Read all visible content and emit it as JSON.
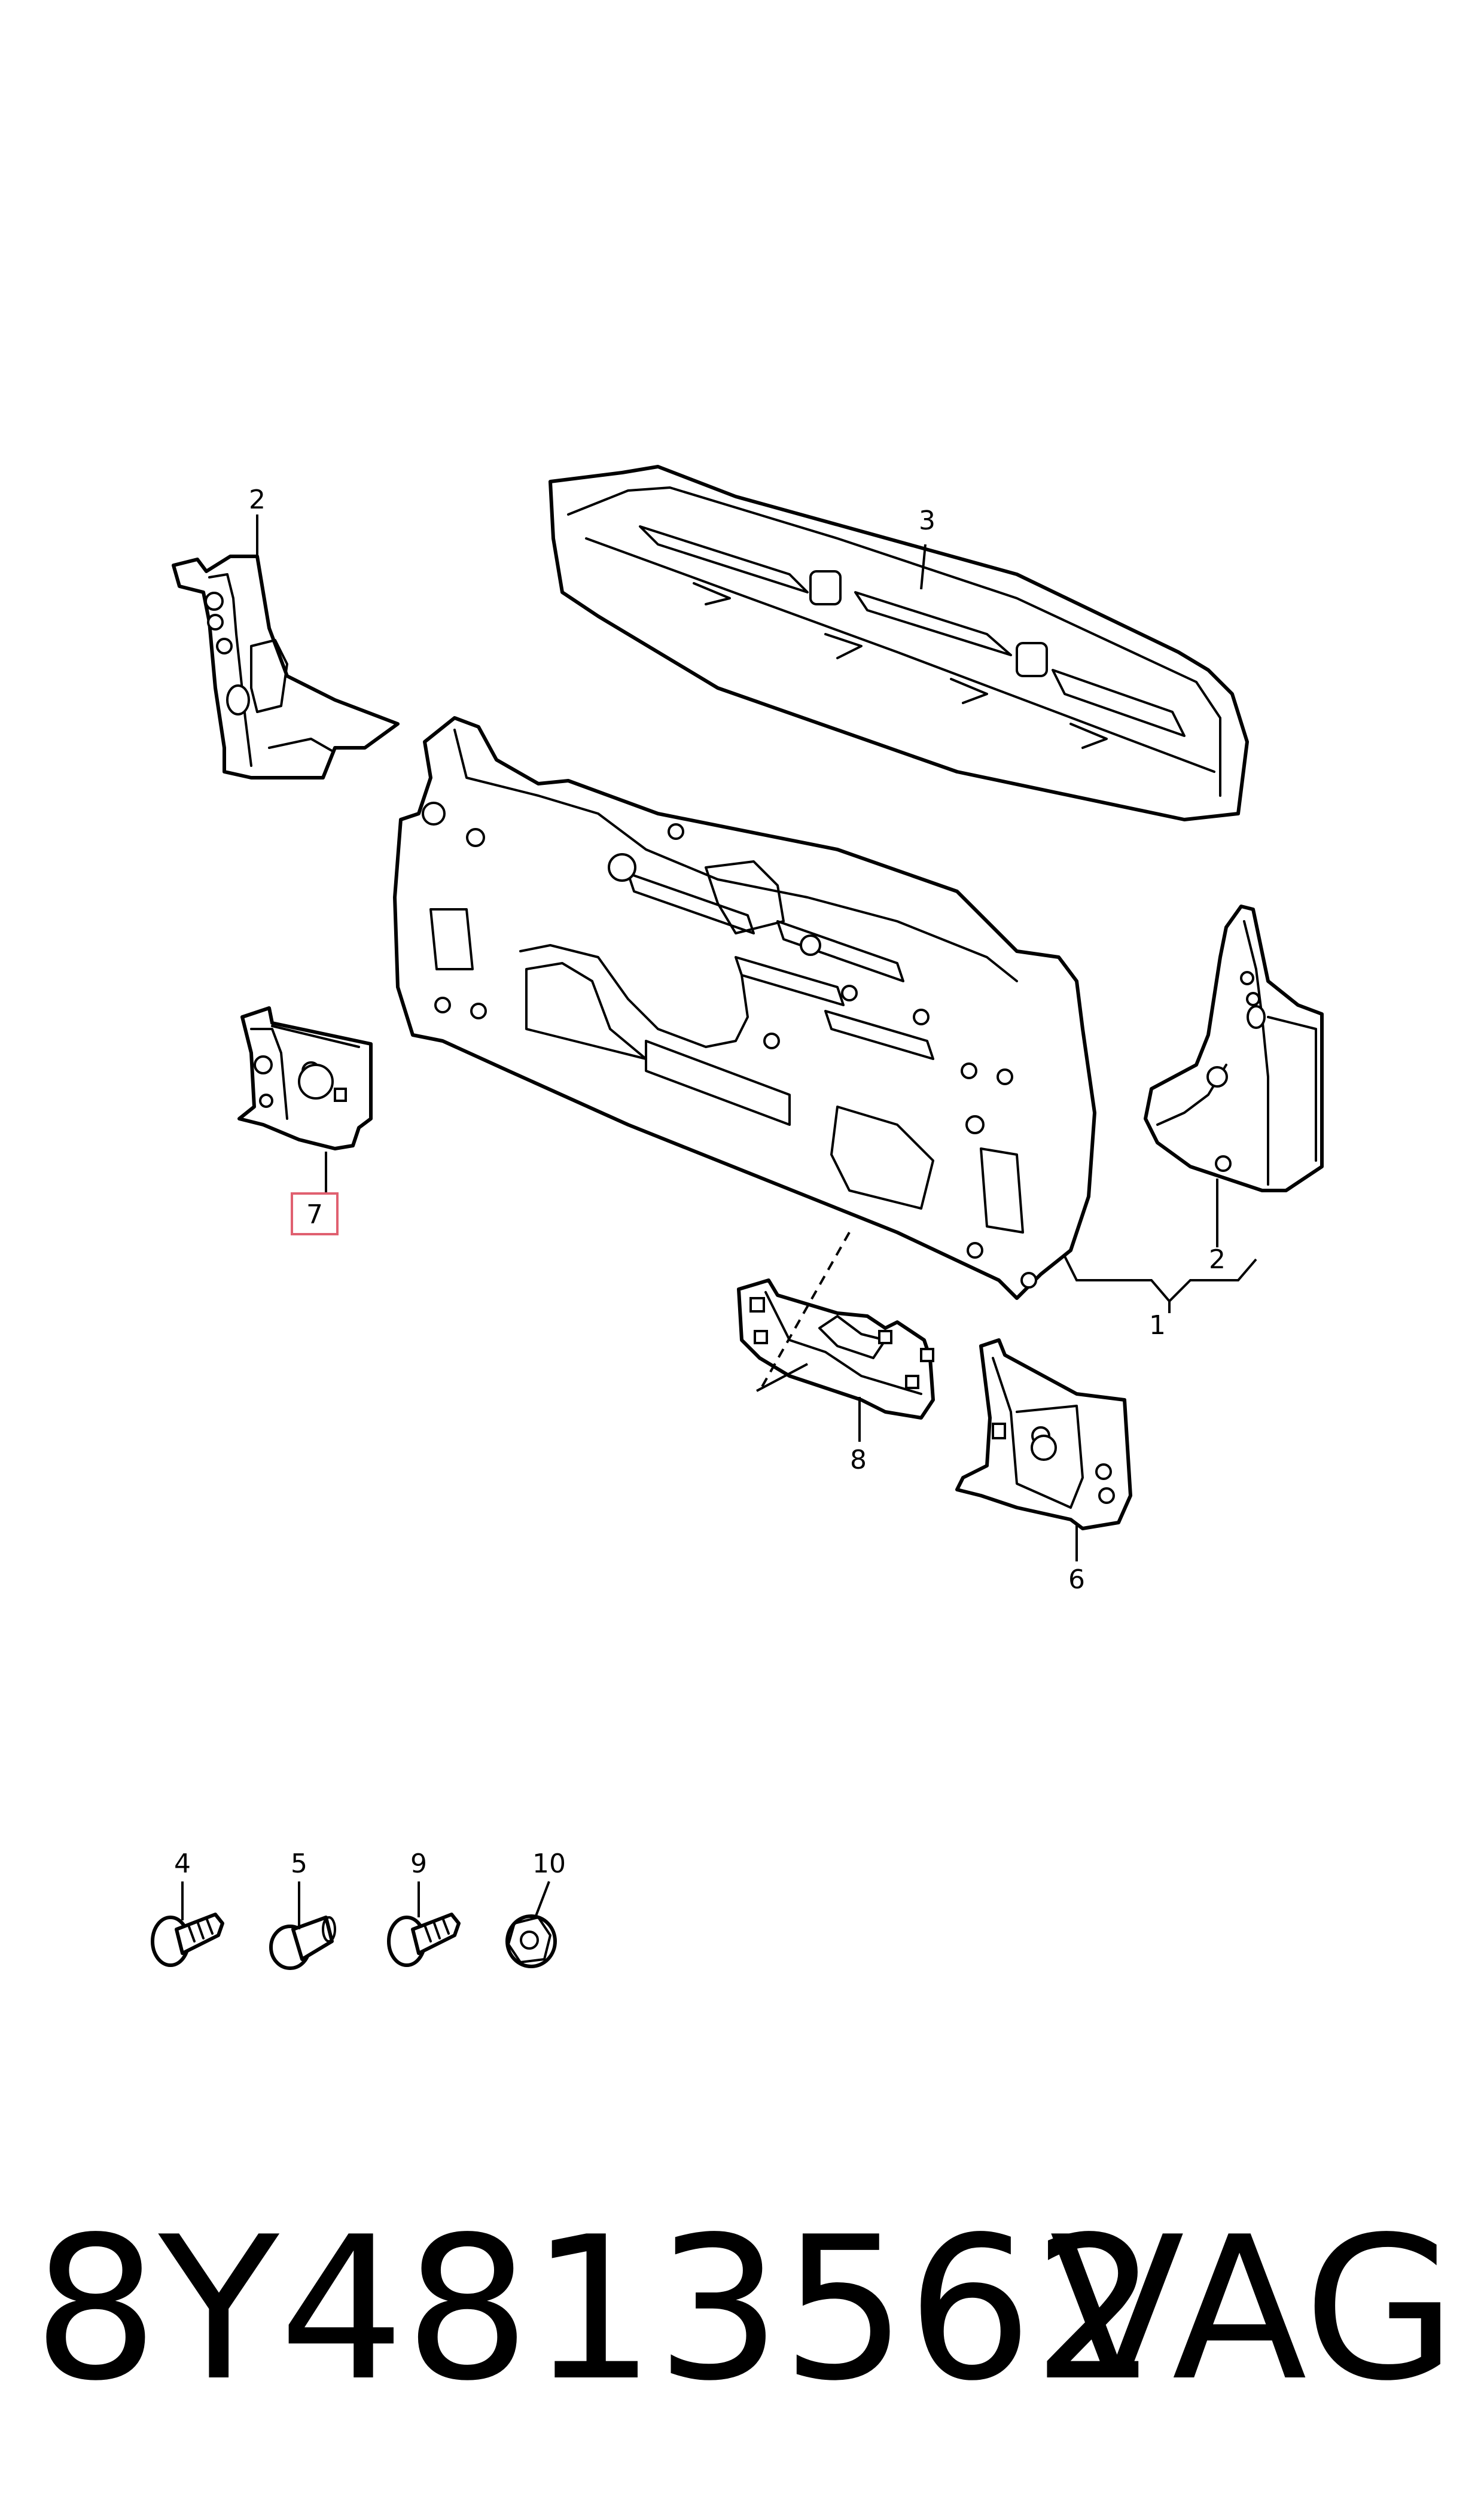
{
  "diagram": {
    "callouts": {
      "c1": "1",
      "c2_left": "2",
      "c2_right": "2",
      "c3": "3",
      "c4": "4",
      "c5": "5",
      "c6": "6",
      "c7": "7",
      "c8": "8",
      "c9": "9",
      "c10": "10"
    },
    "highlighted_callout": "7",
    "highlight_color": "#e06070"
  },
  "caption": {
    "part_number": "8Y4813562",
    "brand": "VAG"
  }
}
